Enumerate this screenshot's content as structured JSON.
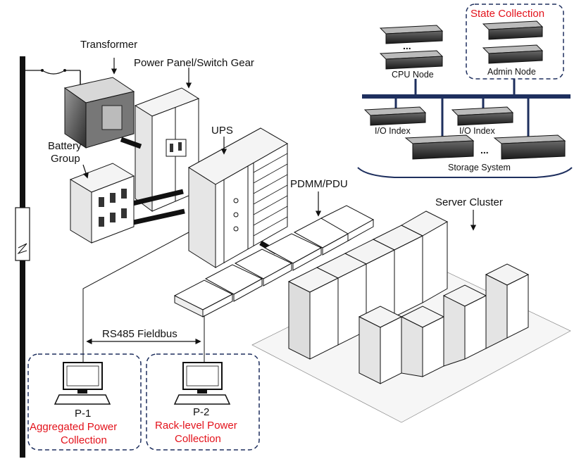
{
  "labels": {
    "transformer": "Transformer",
    "power_panel": "Power Panel/Switch Gear",
    "battery_line1": "Battery",
    "battery_line2": "Group",
    "ups": "UPS",
    "pdmm": "PDMM/PDU",
    "server_cluster": "Server Cluster",
    "fieldbus": "RS485 Fieldbus"
  },
  "cluster": {
    "cpu_node": "CPU Node",
    "admin_node": "Admin Node",
    "state_collection": "State Collection",
    "io_index_1": "I/O Index",
    "io_index_2": "I/O Index",
    "storage_system": "Storage System",
    "ellipsis": "..."
  },
  "p1": {
    "id": "P-1",
    "line1": "Aggregated Power",
    "line2": "Collection"
  },
  "p2": {
    "id": "P-2",
    "line1": "Rack-level Power",
    "line2": "Collection"
  },
  "colors": {
    "accent_red": "#e3121b",
    "bus_navy": "#1e2f5e",
    "dashed_border": "#1e2f5e"
  }
}
